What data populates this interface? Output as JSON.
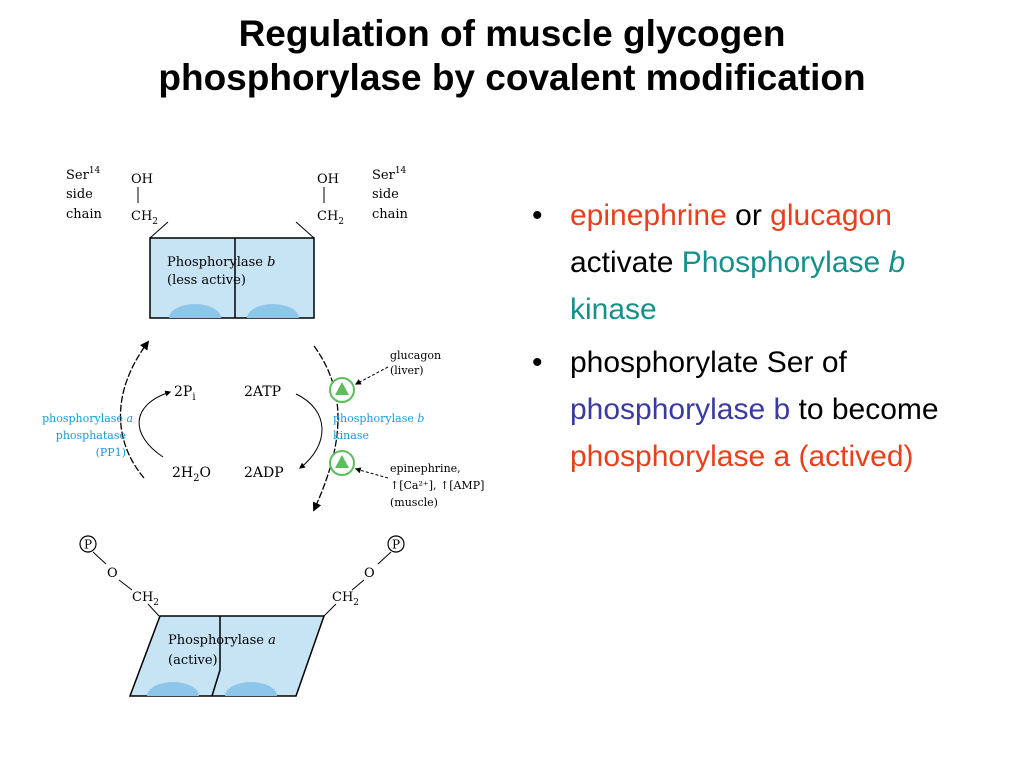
{
  "title": {
    "line1": "Regulation of muscle glycogen",
    "line2": "phosphorylase by covalent modification"
  },
  "diagram": {
    "ser_label_left": {
      "ser": "Ser",
      "sup": "14",
      "line2": "side",
      "line3": "chain"
    },
    "ser_label_right": {
      "ser": "Ser",
      "sup": "14",
      "line2": "side",
      "line3": "chain"
    },
    "oh": "OH",
    "ch": "CH",
    "ch_sub": "2",
    "phos_b": {
      "name": "Phosphorylase ",
      "letter": "b",
      "state": "(less active)"
    },
    "phos_a": {
      "name": "Phosphorylase ",
      "letter": "a",
      "state": "(active)"
    },
    "two_pi": {
      "main": "2P",
      "sub": "i"
    },
    "two_h2o": {
      "a": "2H",
      "sub": "2",
      "b": "O"
    },
    "two_atp": "2ATP",
    "two_adp": "2ADP",
    "phosphatase": {
      "line1a": "phosphorylase ",
      "line1b": "a",
      "line2": "phosphatase",
      "line3": "(PP1)"
    },
    "kinase": {
      "line1a": "phosphorylase ",
      "line1b": "b",
      "line2": "kinase"
    },
    "glucagon": {
      "line1": "glucagon",
      "line2": "(liver)"
    },
    "epinephrine": {
      "line1": "epinephrine,",
      "line2": "↑[Ca²⁺], ↑[AMP]",
      "line3": "(muscle)"
    },
    "o": "O",
    "p": "P",
    "colors": {
      "enzyme_label": "#1a9ad6",
      "box_fill": "#c7e4f5",
      "box_bump": "#8ec6ea",
      "activator_green": "#5cbf5c"
    }
  },
  "bullets": [
    {
      "a": "epinephrine",
      "b": " or ",
      "c": "glucagon",
      "d": " activate ",
      "e": "Phosphorylase ",
      "f": "b",
      "g": " kinase"
    },
    {
      "a": "phosphorylate Ser of ",
      "b": "phosphorylase b",
      "c": " to become ",
      "d": "phosphorylase a (actived)"
    }
  ],
  "bullet_symbol": "•"
}
